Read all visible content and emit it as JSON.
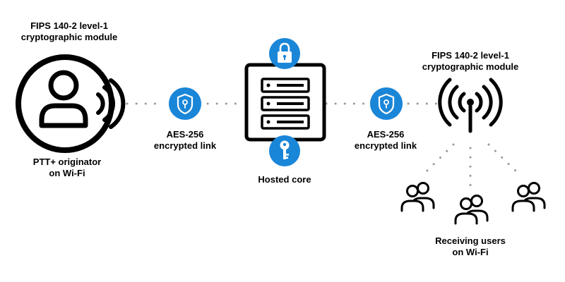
{
  "colors": {
    "accent": "#1a86d8",
    "ink": "#000000",
    "dots": "#9a9a9a",
    "background": "#ffffff"
  },
  "nodes": {
    "originator": {
      "module_label": [
        "FIPS 140-2 level-1",
        "cryptographic module"
      ],
      "label": [
        "PTT+ originator",
        "on Wi-Fi"
      ],
      "icon": "person-wireless-icon"
    },
    "link_left": {
      "label": [
        "AES-256",
        "encrypted link"
      ],
      "icon": "shield-lock-icon"
    },
    "core": {
      "label": "Hosted core",
      "icon": "server-rack-icon",
      "badges": [
        "padlock-icon",
        "key-icon"
      ]
    },
    "link_right": {
      "label": [
        "AES-256",
        "encrypted link"
      ],
      "icon": "shield-lock-icon"
    },
    "access_point": {
      "module_label": [
        "FIPS 140-2 level-1",
        "cryptographic module"
      ],
      "icon": "wifi-antenna-icon"
    },
    "receivers": {
      "label": [
        "Receiving users",
        "on Wi-Fi"
      ],
      "icon": "user-group-icon"
    }
  }
}
